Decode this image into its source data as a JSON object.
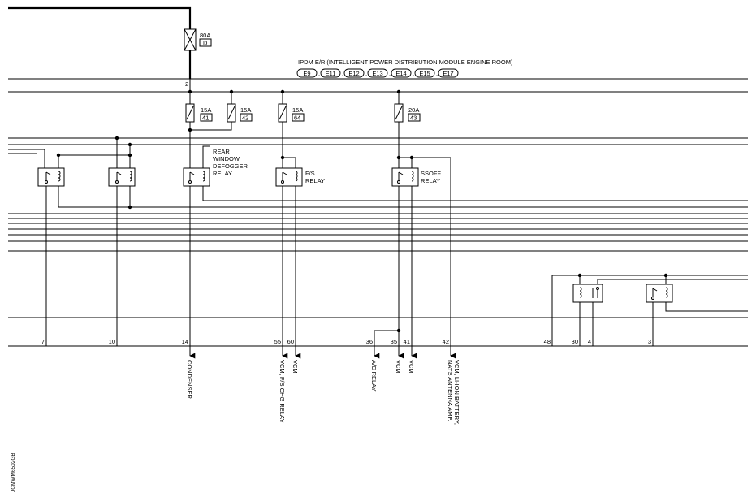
{
  "module": {
    "title": "IPDM E/R (INTELLIGENT POWER DISTRIBUTION MODULE ENGINE ROOM)",
    "connectors": [
      "E9",
      "E11",
      "E12",
      "E13",
      "E14",
      "E15",
      "E17"
    ]
  },
  "fusible_link": {
    "rating": "80A",
    "letter": "D",
    "terminal": "2"
  },
  "fuses": [
    {
      "rating": "15A",
      "number": "41"
    },
    {
      "rating": "15A",
      "number": "42"
    },
    {
      "rating": "15A",
      "number": "64"
    },
    {
      "rating": "20A",
      "number": "43"
    }
  ],
  "relays": {
    "rear_defogger": [
      "REAR",
      "WINDOW",
      "DEFOGGER",
      "RELAY"
    ],
    "fs": [
      "F/S",
      "RELAY"
    ],
    "ssoff": [
      "SSOFF",
      "RELAY"
    ]
  },
  "terminals": [
    "7",
    "10",
    "14",
    "55",
    "60",
    "36",
    "35",
    "41",
    "42",
    "48",
    "30",
    "4",
    "3"
  ],
  "destinations": {
    "condenser": "CONDENSER",
    "fs_chg": "VCM, F/S CHG RELAY",
    "vcm_60": "VCM",
    "ac_relay": "A/C RELAY",
    "vcm_35": "VCM",
    "vcm_41": "VCM",
    "li_ion": [
      "VCM, LI-ION BATTERY,",
      "NATS ANTENNA AMP."
    ]
  },
  "figure_code": "JCMWM6502GB"
}
